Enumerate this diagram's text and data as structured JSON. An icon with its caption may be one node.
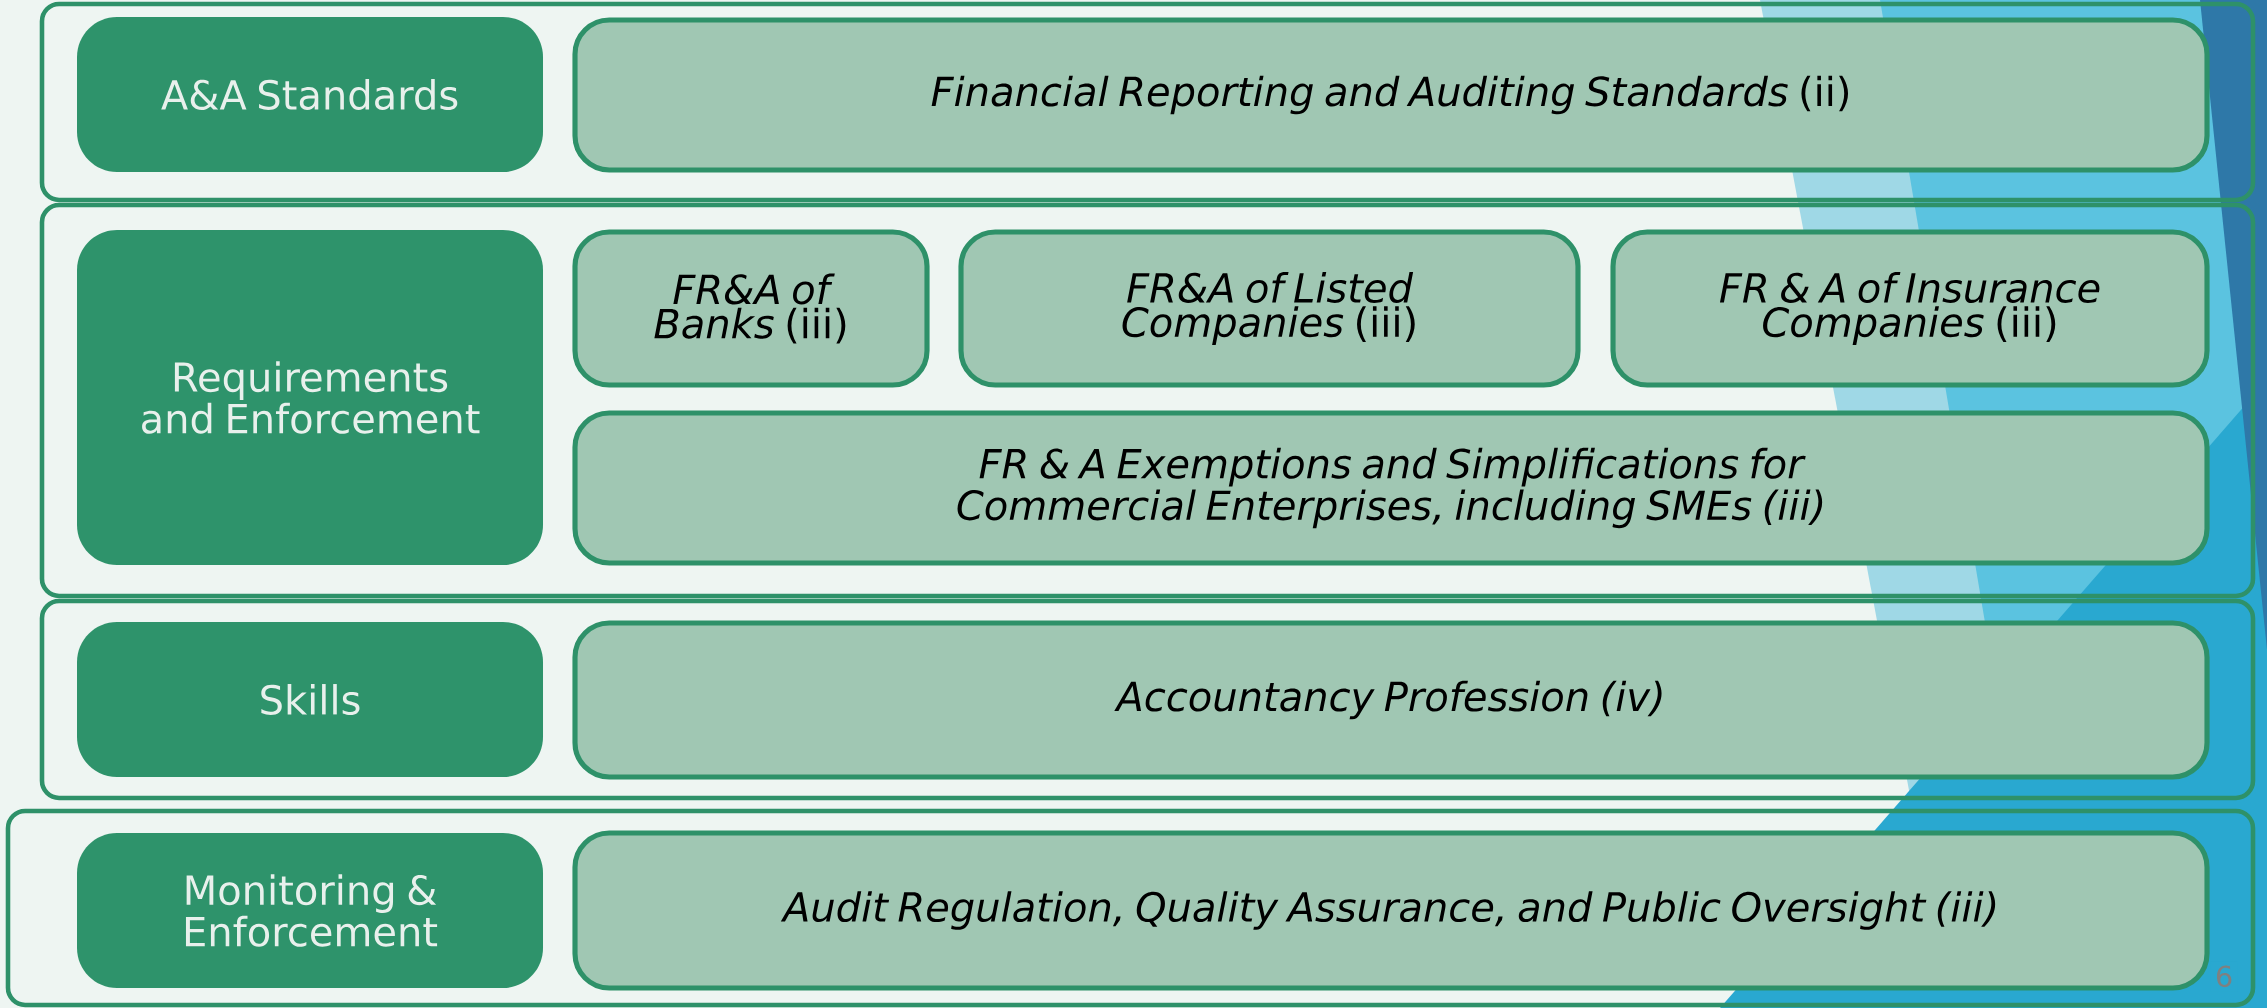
{
  "diagram": {
    "nodes": [
      {
        "text": [],
        "shape": "box"
      },
      {
        "text": [
          "A&A Standards"
        ],
        "in": 0
      },
      {
        "text": [
          "*Financial Reporting and Auditing Standards* (ii)"
        ],
        "in": 0
      },
      {
        "text": [],
        "shape": "box"
      },
      {
        "text": [
          "Requirements and Enforcement"
        ],
        "in": 3
      },
      {
        "text": [
          "*FR&A of Banks* (iii)"
        ],
        "in": 3
      },
      {
        "text": [
          "*FR&A of Listed Companies* (iii)"
        ],
        "in": 3
      },
      {
        "text": [
          "*FR & A of Insurance Companies* (iii)"
        ],
        "in": 3
      },
      {
        "text": [
          "FR & A Exemptions and Simplifications for Commercial Enterprises, including SMEs (iii)"
        ],
        "in": 3
      },
      {
        "text": [],
        "shape": "box"
      },
      {
        "text": [
          "Skills"
        ],
        "in": 9
      },
      {
        "text": [
          "Accountancy Profession (iv)"
        ],
        "in": 9
      },
      {
        "text": [],
        "shape": "box"
      },
      {
        "text": [
          "Monitoring & Enforcement"
        ],
        "in": 12
      },
      {
        "text": [
          "Audit Regulation, Quality Assurance, and Public Oversight (iii)"
        ],
        "in": 12
      }
    ],
    "labels": [
      "6"
    ]
  }
}
